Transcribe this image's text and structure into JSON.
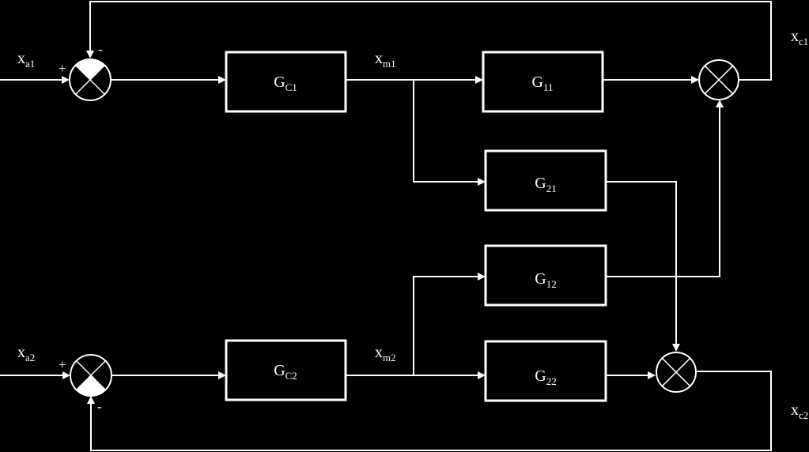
{
  "blocks": {
    "gc1": {
      "main": "G",
      "sub": "C1"
    },
    "gc2": {
      "main": "G",
      "sub": "C2"
    },
    "g11": {
      "main": "G",
      "sub": "11"
    },
    "g21": {
      "main": "G",
      "sub": "21"
    },
    "g12": {
      "main": "G",
      "sub": "12"
    },
    "g22": {
      "main": "G",
      "sub": "22"
    }
  },
  "signals": {
    "xa1": {
      "main": "x",
      "sub": "a1"
    },
    "xa2": {
      "main": "x",
      "sub": "a2"
    },
    "xm1": {
      "main": "x",
      "sub": "m1"
    },
    "xm2": {
      "main": "x",
      "sub": "m2"
    },
    "xc1": {
      "main": "x",
      "sub": "c1"
    },
    "xc2": {
      "main": "x",
      "sub": "c2"
    }
  },
  "signs": {
    "sum1_plus": "+",
    "sum1_minus": "-",
    "sum2_plus": "+",
    "sum2_minus": "-"
  },
  "colors": {
    "background": "#000000",
    "foreground": "#ffffff"
  }
}
